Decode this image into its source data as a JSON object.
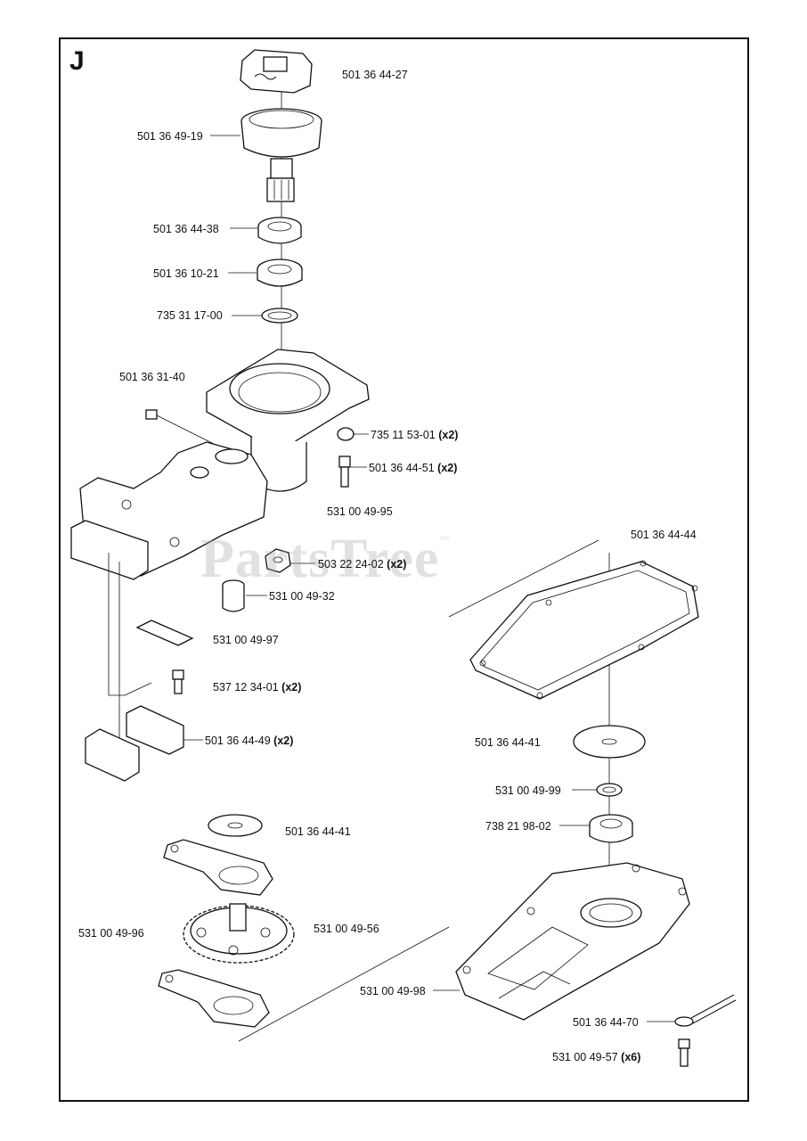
{
  "section_letter": "J",
  "watermark": "PartsTree",
  "watermark_mark": "™",
  "parts": [
    {
      "number": "501 36 44-27",
      "qty": ""
    },
    {
      "number": "501 36 49-19",
      "qty": ""
    },
    {
      "number": "501 36 44-38",
      "qty": ""
    },
    {
      "number": "501 36 10-21",
      "qty": ""
    },
    {
      "number": "735 31 17-00",
      "qty": ""
    },
    {
      "number": "501 36 31-40",
      "qty": ""
    },
    {
      "number": "735 11 53-01",
      "qty": "(x2)"
    },
    {
      "number": "501 36 44-51",
      "qty": "(x2)"
    },
    {
      "number": "531 00 49-95",
      "qty": ""
    },
    {
      "number": "503 22 24-02",
      "qty": "(x2)"
    },
    {
      "number": "531 00 49-32",
      "qty": ""
    },
    {
      "number": "531 00 49-97",
      "qty": ""
    },
    {
      "number": "537 12 34-01",
      "qty": "(x2)"
    },
    {
      "number": "501 36 44-49",
      "qty": "(x2)"
    },
    {
      "number": "501 36 44-44",
      "qty": ""
    },
    {
      "number": "501 36 44-41",
      "qty": ""
    },
    {
      "number": "531 00 49-99",
      "qty": ""
    },
    {
      "number": "738 21 98-02",
      "qty": ""
    },
    {
      "number": "501 36 44-41",
      "qty": ""
    },
    {
      "number": "531 00 49-96",
      "qty": ""
    },
    {
      "number": "531 00 49-56",
      "qty": ""
    },
    {
      "number": "531 00 49-98",
      "qty": ""
    },
    {
      "number": "501 36 44-70",
      "qty": ""
    },
    {
      "number": "531 00 49-57",
      "qty": "(x6)"
    }
  ]
}
